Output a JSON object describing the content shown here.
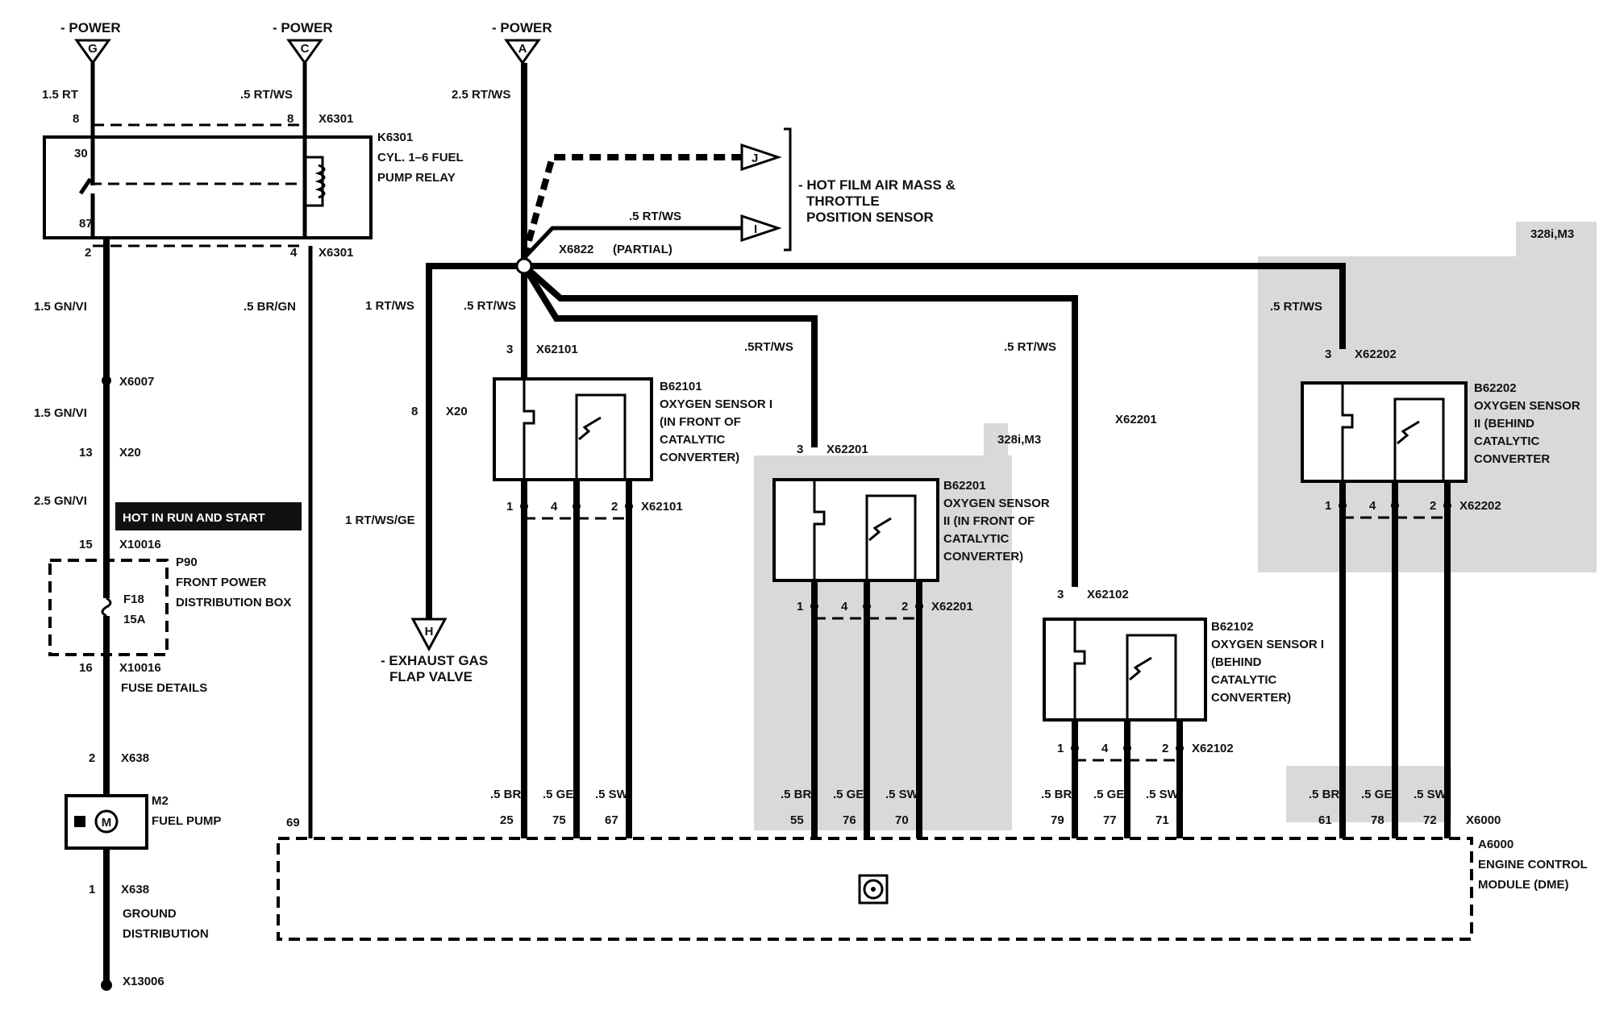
{
  "power": {
    "g": {
      "label": "- POWER",
      "letter": "G",
      "wire": "1.5 RT",
      "pin": "8"
    },
    "c": {
      "label": "- POWER",
      "letter": "C",
      "wire": ".5 RT/WS",
      "pin": "8",
      "conn": "X6301"
    },
    "a": {
      "label": "- POWER",
      "letter": "A",
      "wire": "2.5 RT/WS"
    }
  },
  "relay": {
    "id": "K6301",
    "line1": "CYL. 1–6 FUEL",
    "line2": "PUMP RELAY",
    "pin30": "30",
    "pin87": "87",
    "pin_out_left": "2",
    "pin_out_right": "4",
    "conn_out": "X6301"
  },
  "left_chain": {
    "w1": "1.5 GN/VI",
    "x6007": "X6007",
    "w2": "1.5 GN/VI",
    "p13": "13",
    "x20": "X20",
    "w3": "2.5 GN/VI",
    "hot_label": "HOT IN RUN AND START",
    "p15": "15",
    "x10016a": "X10016",
    "p90_id": "P90",
    "p90_line1": "FRONT POWER",
    "p90_line2": "DISTRIBUTION BOX",
    "fuse": "F18",
    "fuse_amp": "15A",
    "p16": "16",
    "x10016b": "X10016",
    "fuse_details": "FUSE DETAILS",
    "p2": "2",
    "x638a": "X638",
    "m2_id": "M2",
    "m2_label": "FUEL PUMP",
    "p1": "1",
    "x638b": "X638",
    "ground1": "GROUND",
    "ground2": "DISTRIBUTION",
    "x13006": "X13006",
    "right_wire": ".5 BR/GN",
    "ecm_pin": "69"
  },
  "splice": {
    "conn": "X6822",
    "partial": "(PARTIAL)",
    "j_letter": "J",
    "i_letter": "I",
    "i_wire": ".5 RT/WS",
    "sensor_l1": "- HOT FILM AIR MASS &",
    "sensor_l2": "THROTTLE",
    "sensor_l3": "POSITION SENSOR",
    "flap_wire1": "1 RT/WS",
    "flap_pin": "8",
    "flap_conn": "X20",
    "flap_wire2": "1 RT/WS/GE",
    "h_letter": "H",
    "flap_l1": "- EXHAUST GAS",
    "flap_l2": "FLAP VALVE",
    "s1_wire": ".5 RT/WS",
    "s2_wire": ".5RT/WS",
    "s3_wire": ".5 RT/WS",
    "s4_wire": ".5 RT/WS",
    "mid_conn": "X62201",
    "variant_a": "328i,M3",
    "variant_b": "328i,M3"
  },
  "sensors": [
    {
      "id": "B62101",
      "l1": "OXYGEN SENSOR I",
      "l2": "(IN FRONT OF",
      "l3": "CATALYTIC",
      "l4": "CONVERTER)",
      "in_pin": "3",
      "in_conn": "X62101",
      "p1": "1",
      "p4": "4",
      "p2": "2",
      "out_conn": "X62101",
      "w1": ".5 BR",
      "w2": ".5 GE",
      "w3": ".5 SW",
      "e1": "25",
      "e2": "75",
      "e3": "67"
    },
    {
      "id": "B62201",
      "l1": "OXYGEN SENSOR",
      "l2": "II (IN FRONT OF",
      "l3": "CATALYTIC",
      "l4": "CONVERTER)",
      "in_pin": "3",
      "in_conn": "X62201",
      "p1": "1",
      "p4": "4",
      "p2": "2",
      "out_conn": "X62201",
      "w1": ".5 BR",
      "w2": ".5 GE",
      "w3": ".5 SW",
      "e1": "55",
      "e2": "76",
      "e3": "70"
    },
    {
      "id": "B62102",
      "l1": "OXYGEN SENSOR I",
      "l2": "(BEHIND",
      "l3": "CATALYTIC",
      "l4": "CONVERTER)",
      "in_pin": "3",
      "in_conn": "X62102",
      "p1": "1",
      "p4": "4",
      "p2": "2",
      "out_conn": "X62102",
      "w1": ".5 BR",
      "w2": ".5 GE",
      "w3": ".5 SW",
      "e1": "79",
      "e2": "77",
      "e3": "71"
    },
    {
      "id": "B62202",
      "l1": "OXYGEN SENSOR",
      "l2": "II (BEHIND",
      "l3": "CATALYTIC",
      "l4": "CONVERTER",
      "in_pin": "3",
      "in_conn": "X62202",
      "p1": "1",
      "p4": "4",
      "p2": "2",
      "out_conn": "X62202",
      "w1": ".5 BR",
      "w2": ".5 GE",
      "w3": ".5 SW",
      "e1": "61",
      "e2": "78",
      "e3": "72"
    }
  ],
  "ecm": {
    "conn": "X6000",
    "id": "A6000",
    "l1": "ENGINE CONTROL",
    "l2": "MODULE (DME)",
    "icon": "steering-wheel-icon"
  },
  "colors": {
    "line": "#000000",
    "shade": "#d9d9d9",
    "badge_bg": "#111111",
    "badge_text": "#ffffff"
  }
}
